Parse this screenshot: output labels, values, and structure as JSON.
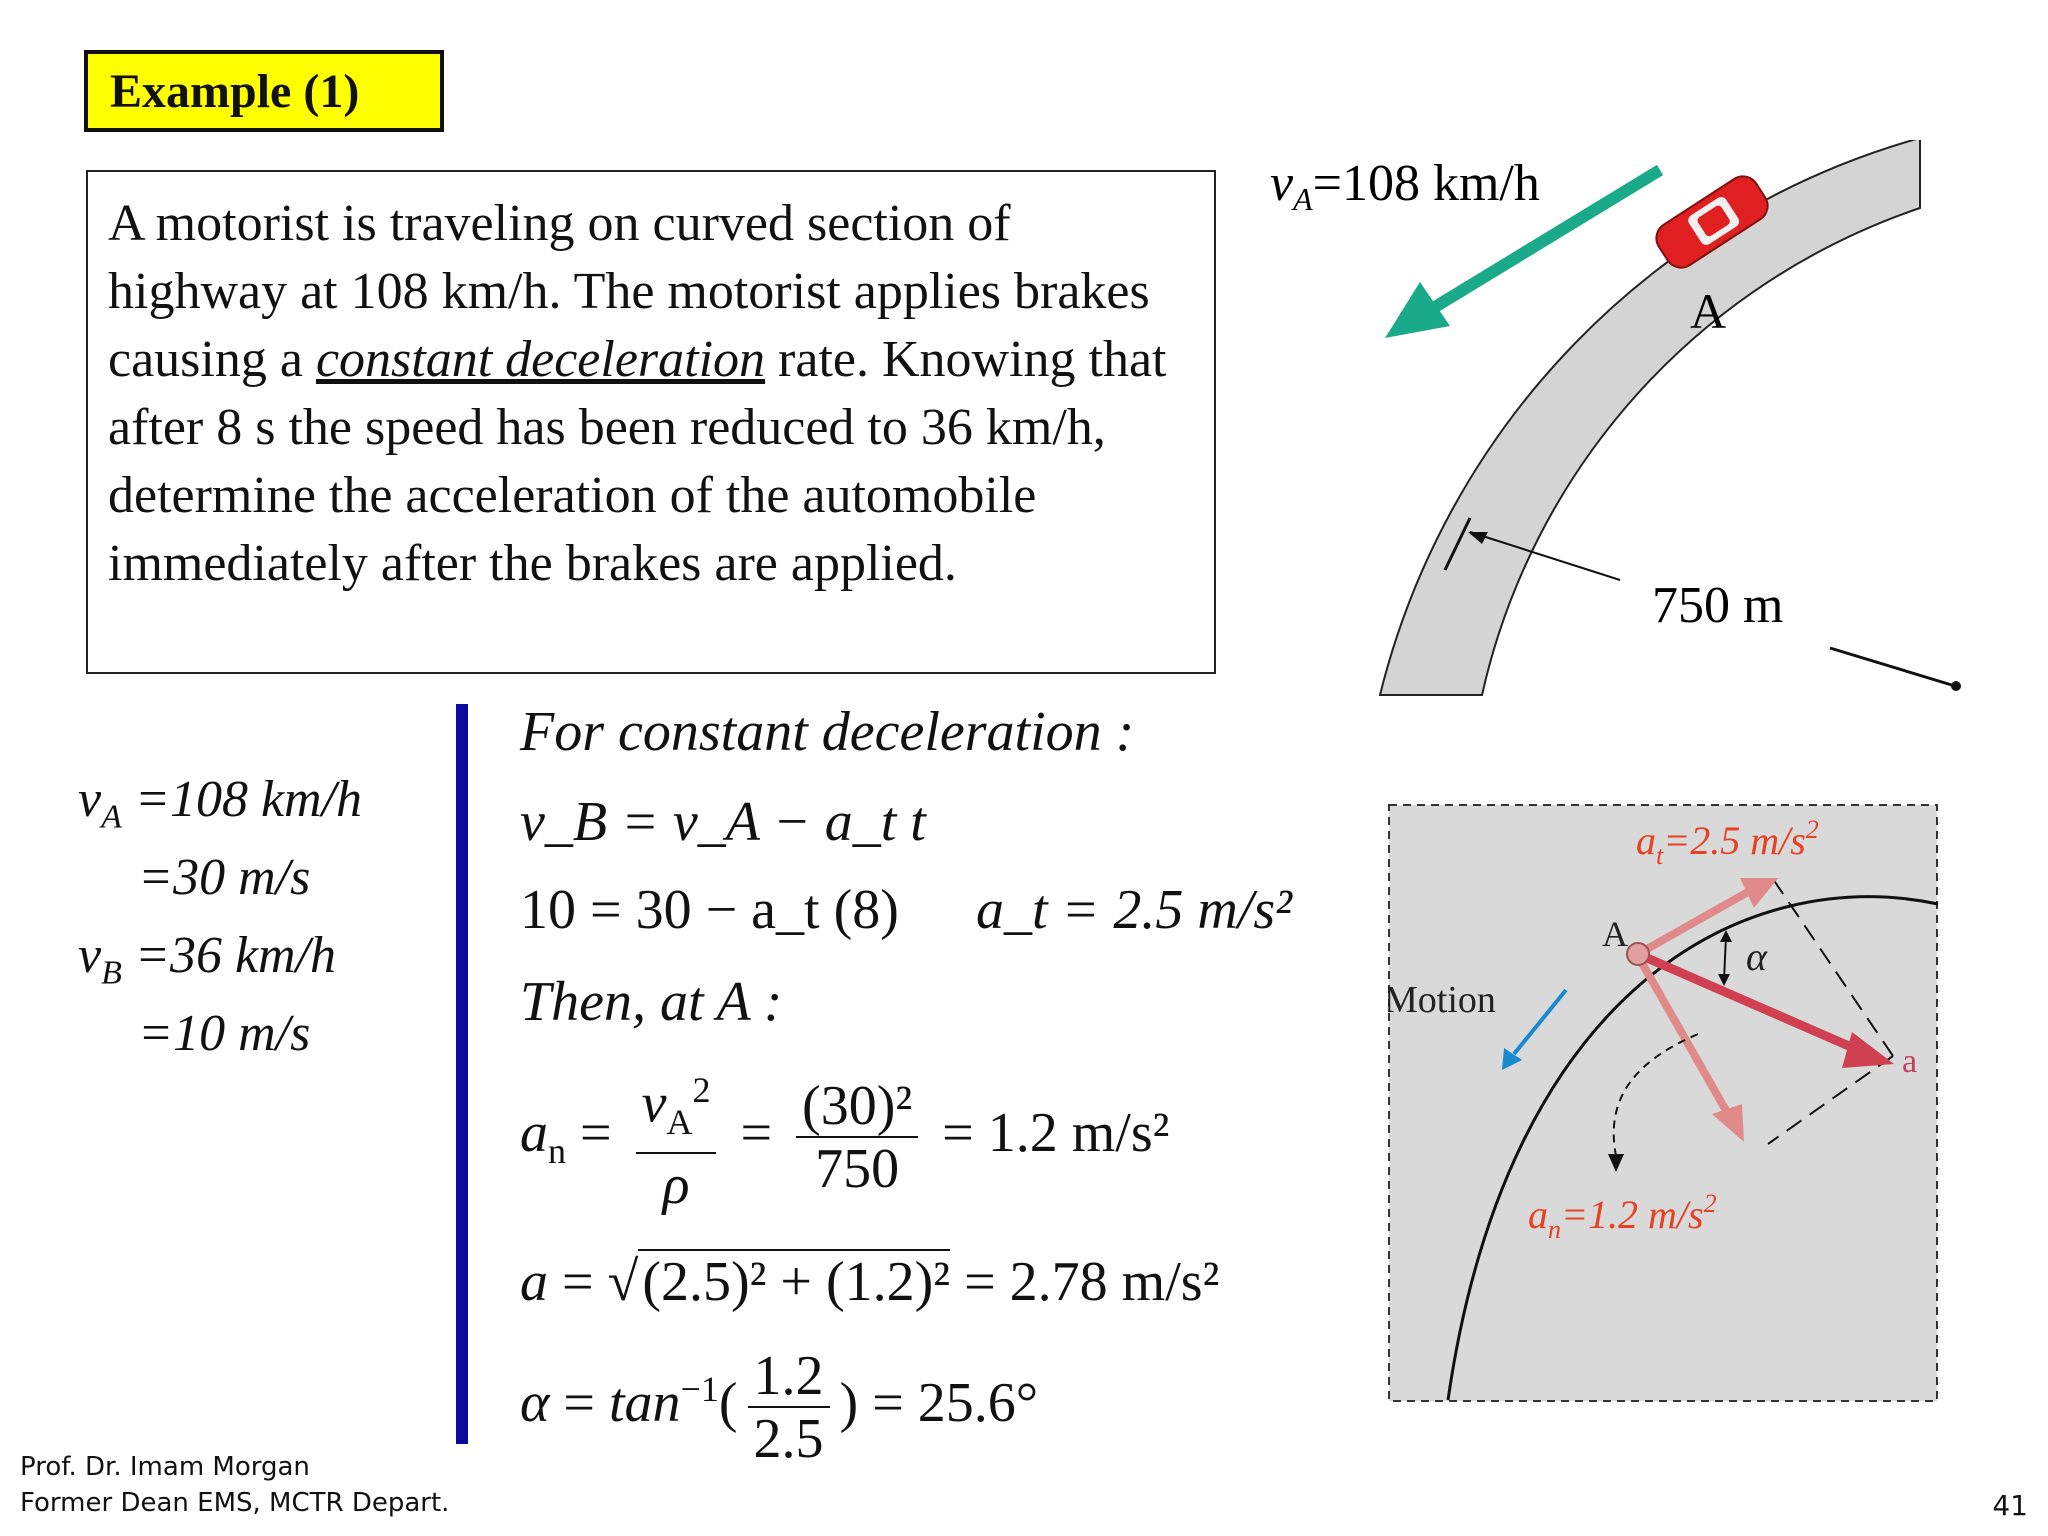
{
  "title": "Example (1)",
  "problem": {
    "before_emphasis": "A motorist is traveling on curved section of highway at 108 km/h.  The motorist applies brakes causing a ",
    "emphasis": "constant deceleration",
    "after_emphasis": " rate. Knowing that after 8 s the speed has been reduced to 36 km/h, determine the acceleration of the automobile immediately after the brakes are applied."
  },
  "figure1": {
    "velocity_label": "v",
    "velocity_sub": "A",
    "velocity_value": "=108 km/h",
    "point_label": "A",
    "radius_label": "750 m",
    "colors": {
      "road": "#d4d4d4",
      "arrow": "#1aaa8a",
      "car": "#e02020"
    }
  },
  "given": {
    "va_label": "v",
    "va_sub": "A",
    "va_kmh": "=108 km/h",
    "va_ms": "=30 m/s",
    "vb_label": "v",
    "vb_sub": "B",
    "vb_kmh": "=36 km/h",
    "vb_ms": "=10 m/s"
  },
  "solution": {
    "line1": "For constant deceleration :",
    "line2": "v_B = v_A − a_t t",
    "line3_left": "10 = 30 − a_t (8)",
    "line3_right": "a_t = 2.5 m/s²",
    "line4": "Then,  at  A :",
    "an_num": "(30)²",
    "an_den": "750",
    "an_result": "= 1.2  m/s²",
    "a_expr": "(2.5)² + (1.2)²",
    "a_result": "= 2.78   m/s²",
    "alpha_num": "1.2",
    "alpha_den": "2.5",
    "alpha_result": "= 25.6°"
  },
  "figure2": {
    "at_label": "a",
    "at_sub": "t",
    "at_value": "=2.5 m/s",
    "an_label": "a",
    "an_sub": "n",
    "an_value": "=1.2 m/s",
    "a_label": "a",
    "point_label": "A",
    "alpha_label": "α",
    "motion_label": "Motion",
    "colors": {
      "bg": "#d9d9d9",
      "accel": "#d04050",
      "light": "#e08a8a",
      "motion": "#1a8ad0",
      "text": "#e84020"
    }
  },
  "footer": {
    "line1": "Prof. Dr. Imam Morgan",
    "line2": "Former Dean EMS, MCTR Depart.",
    "page": "41"
  }
}
